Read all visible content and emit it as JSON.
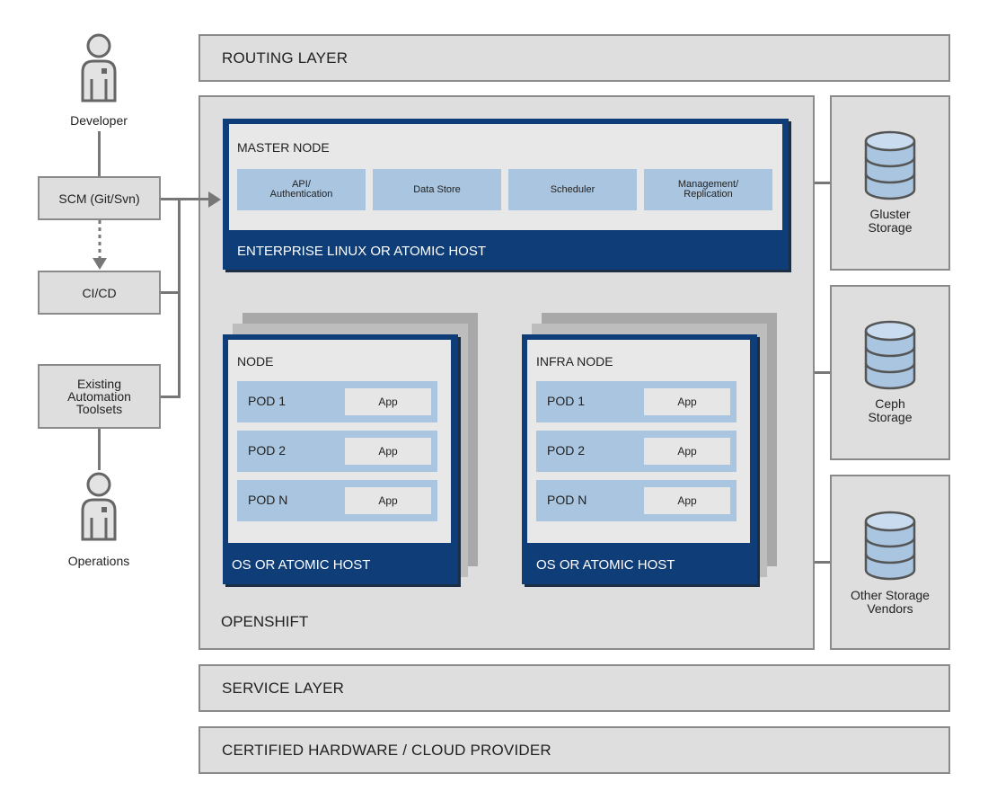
{
  "layers": {
    "routing": "ROUTING LAYER",
    "service": "SERVICE LAYER",
    "hardware": "CERTIFIED HARDWARE / CLOUD PROVIDER"
  },
  "openshift": {
    "label": "OPENSHIFT"
  },
  "master": {
    "title": "MASTER NODE",
    "components": [
      "API/\nAuthentication",
      "Data Store",
      "Scheduler",
      "Management/\nReplication"
    ],
    "host": "ENTERPRISE LINUX OR ATOMIC HOST"
  },
  "node": {
    "title": "NODE",
    "pods": [
      "POD 1",
      "POD 2",
      "POD N"
    ],
    "app": "App",
    "host": "OS OR ATOMIC HOST"
  },
  "infra_node": {
    "title": "INFRA NODE",
    "pods": [
      "POD 1",
      "POD 2",
      "POD N"
    ],
    "app": "App",
    "host": "OS OR ATOMIC HOST"
  },
  "left": {
    "developer": "Developer",
    "scm": "SCM (Git/Svn)",
    "cicd": "CI/CD",
    "automation": "Existing\nAutomation\nToolsets",
    "operations": "Operations"
  },
  "storage": {
    "gluster": "Gluster\nStorage",
    "ceph": "Ceph\nStorage",
    "other": "Other Storage\nVendors"
  },
  "colors": {
    "navy": "#0f3d78",
    "light_blue": "#a9c5e0",
    "panel_grey": "#dedede",
    "border_grey": "#8a8a8a"
  }
}
